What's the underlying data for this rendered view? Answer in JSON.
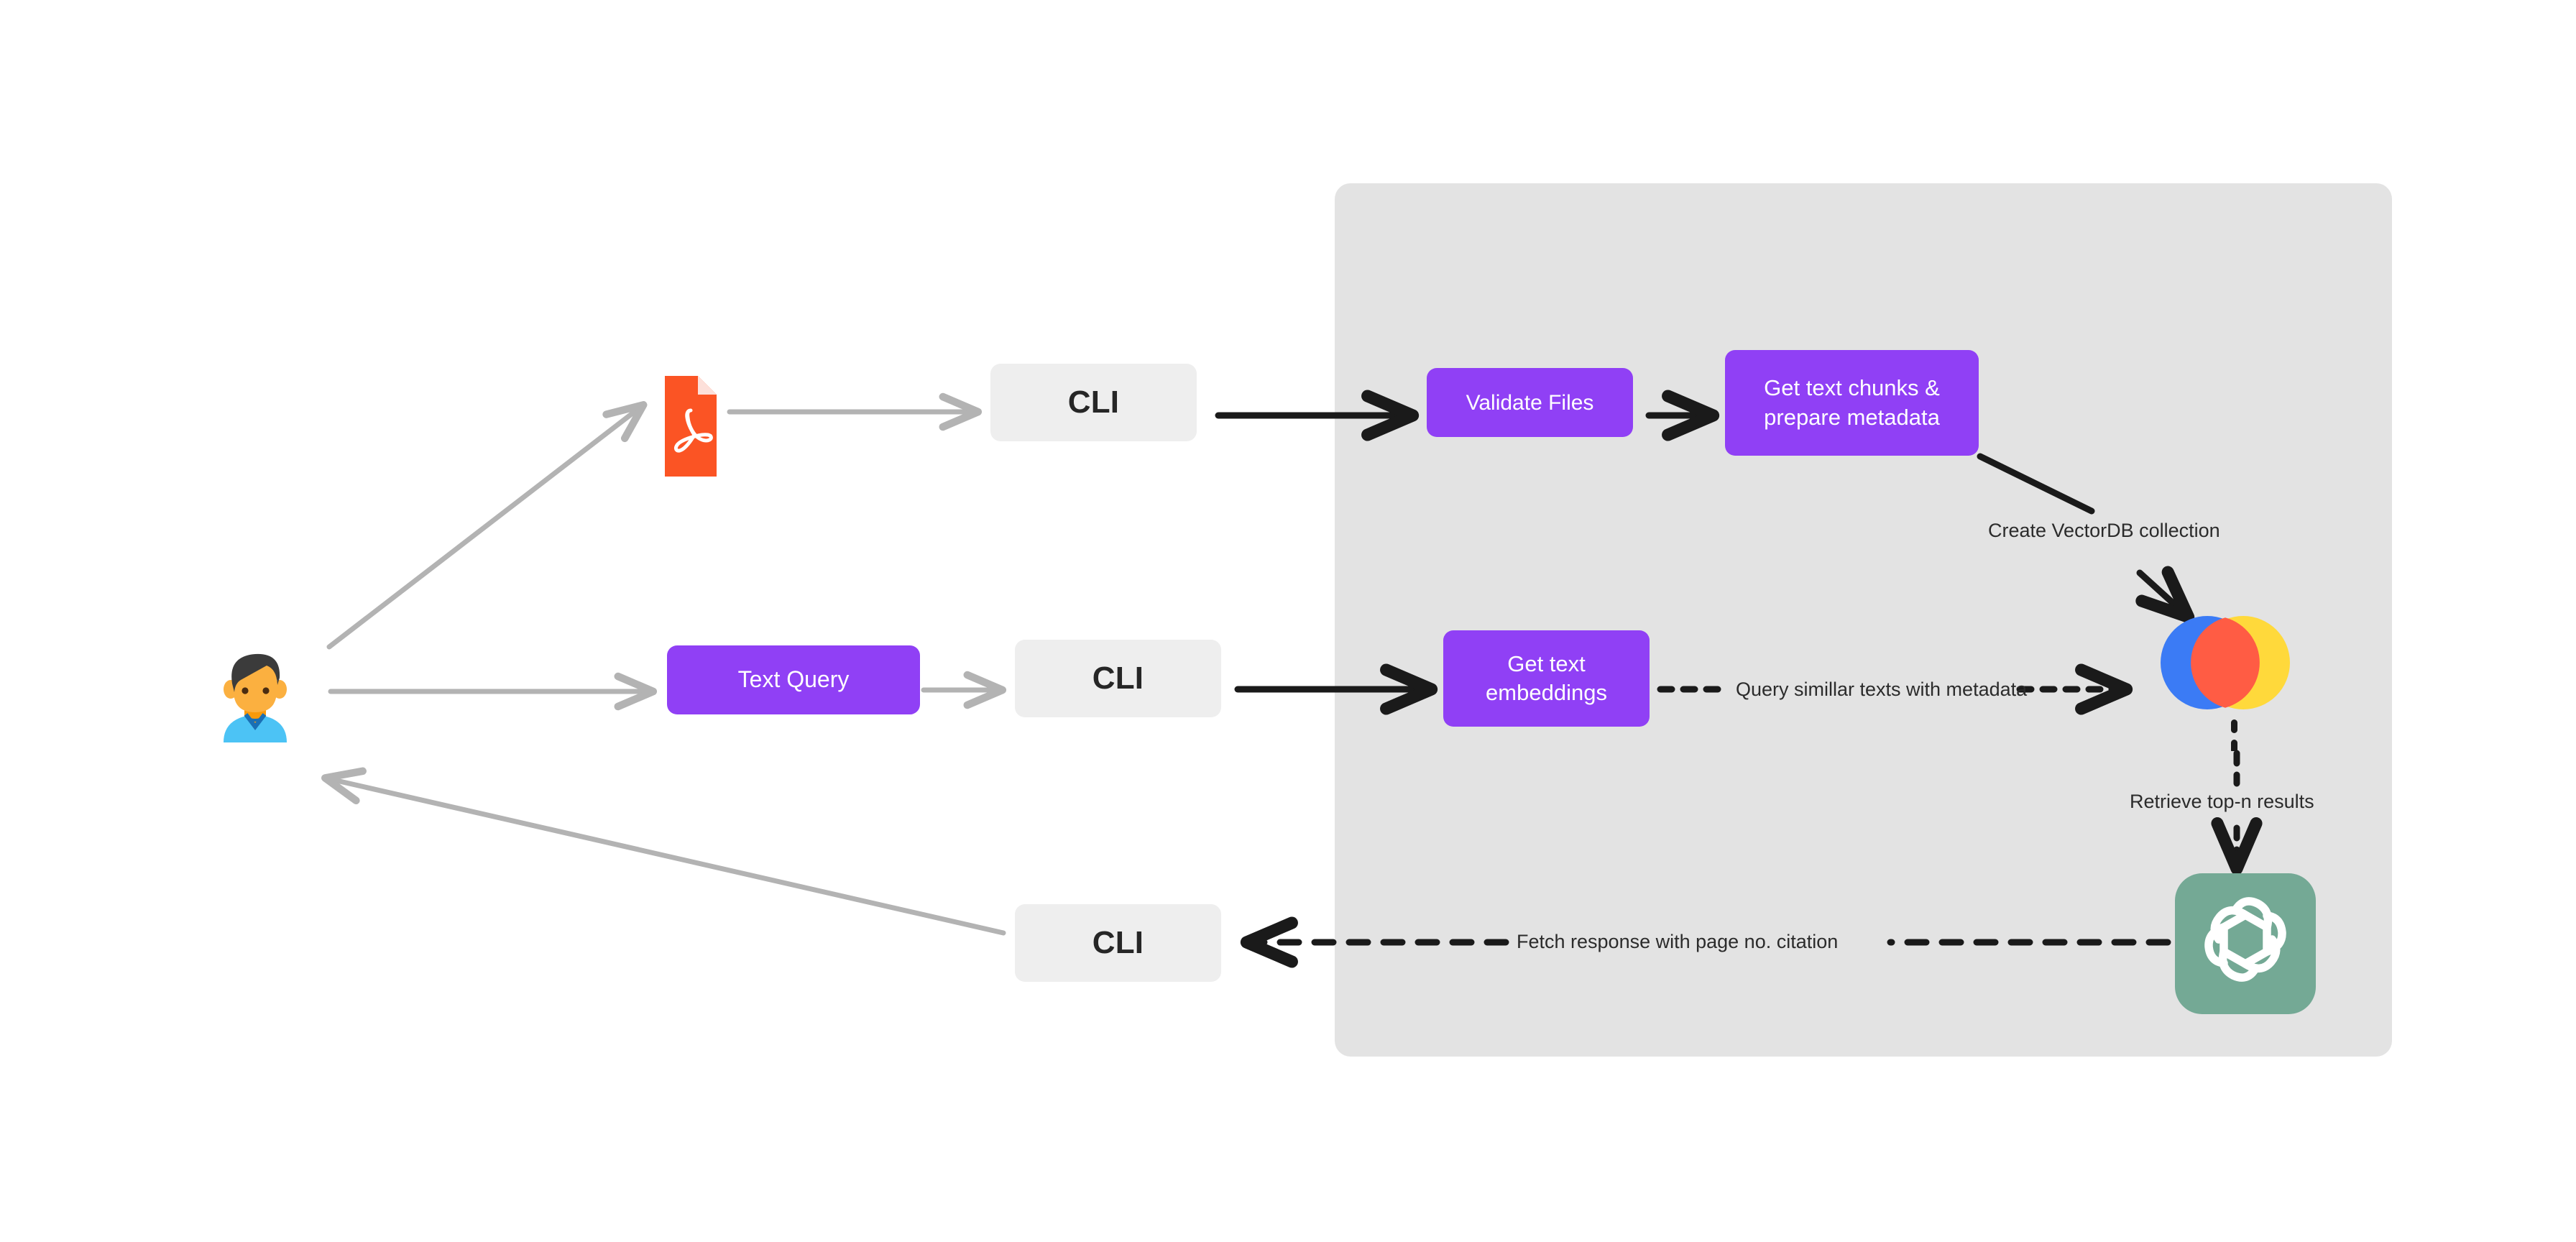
{
  "diagram": {
    "title": "RAG PDF question-answering pipeline",
    "colors": {
      "purple": "#9040f5",
      "panel_grey": "#e3e3e3",
      "cli_grey": "#eeeeee",
      "arrow_grey": "#b3b3b3",
      "arrow_black": "#1a1a1a",
      "pdf_orange": "#fb5424",
      "chroma_blue": "#3b7bf5",
      "chroma_yellow": "#ffd93b",
      "chroma_red": "#ff5c44",
      "openai_green": "#74a995",
      "avatar_skin": "#fbb040",
      "avatar_hair": "#3b3b3b",
      "avatar_shirt": "#4cc3f5"
    }
  },
  "actors": {
    "user": {
      "icon": "user-avatar-icon",
      "label": ""
    }
  },
  "nodes": {
    "pdf_file": {
      "icon": "pdf-file-icon",
      "label": ""
    },
    "cli_top": {
      "label": "CLI"
    },
    "cli_middle": {
      "label": "CLI"
    },
    "cli_bottom": {
      "label": "CLI"
    },
    "text_query": {
      "label": "Text Query"
    },
    "validate_files": {
      "label": "Validate Files"
    },
    "get_chunks": {
      "label": "Get text chunks & prepare metadata"
    },
    "get_embeddings": {
      "label": "Get text embeddings"
    },
    "vector_db": {
      "icon": "chroma-logo-icon",
      "label": ""
    },
    "llm": {
      "icon": "openai-logo-icon",
      "label": ""
    }
  },
  "edge_labels": {
    "create_vectordb": "Create VectorDB collection",
    "query_similar": "Query simillar texts with metadata",
    "retrieve_topn": "Retrieve top-n results",
    "fetch_response": "Fetch response with page no. citation"
  }
}
